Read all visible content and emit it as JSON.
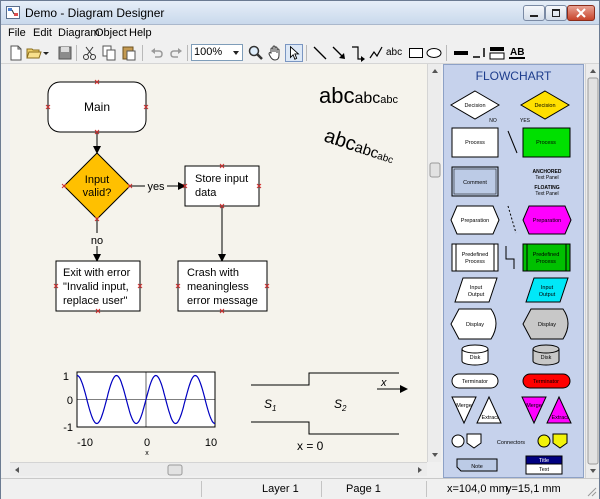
{
  "window": {
    "title": "Demo - Diagram Designer"
  },
  "menu": [
    "File",
    "Edit",
    "Diagram",
    "Object",
    "Help"
  ],
  "toolbar": {
    "zoom": "100%",
    "text_tool_label": "abc",
    "icons": [
      "new-icon",
      "open-icon",
      "dropdown-arrow-icon",
      "save-icon",
      "cut-icon",
      "copy-icon",
      "paste-icon",
      "undo-icon",
      "redo-icon",
      "magnifier-icon",
      "hand-icon",
      "pointer-icon",
      "line-icon",
      "arrow-icon",
      "connector-icon",
      "bent-connector-icon",
      "text-icon",
      "rectangle-icon",
      "ellipse-icon",
      "line-width-icon",
      "line-style-icon",
      "fill-style-icon",
      "font-style-icon"
    ]
  },
  "diagram": {
    "main": "Main",
    "decision_line1": "Input",
    "decision_line2": "valid?",
    "yes": "yes",
    "no": "no",
    "store_line1": "Store input",
    "store_line2": "data",
    "exit_line1": "Exit with error",
    "exit_line2": "\"Invalid input,",
    "exit_line3": "replace user\"",
    "crash_line1": "Crash with",
    "crash_line2": "meaningless",
    "crash_line3": "error message",
    "text_sample_1": "abc",
    "text_sample_2": "abc",
    "text_sample_3": "abc",
    "sine_ticks_y": [
      "1",
      "0",
      "-1"
    ],
    "sine_ticks_x": [
      "-10",
      "0",
      "10"
    ],
    "sine_xlabel": "x",
    "s1": "S",
    "s1_sub": "1",
    "s2": "S",
    "s2_sub": "2",
    "pipe_arrow_label": "x",
    "pipe_caption": "x = 0"
  },
  "palette": {
    "title": "FLOWCHART",
    "decision": "Decision",
    "no": "NO",
    "yes": "YES",
    "process": "Process",
    "comment": "Comment",
    "anchored_1": "ANCHORED",
    "anchored_2": "Text Panel",
    "floating_1": "FLOATING",
    "floating_2": "Text Panel",
    "preparation": "Preparation",
    "predefined_1": "Predefined",
    "predefined_2": "Process",
    "input_1": "Input",
    "input_2": "Output",
    "display": "Display",
    "disk": "Disk",
    "terminator": "Terminator",
    "merge": "Merge",
    "extract": "Extract",
    "connectors": "Connectors",
    "note": "Note",
    "title_text_1": "Title",
    "title_text_2": "Text"
  },
  "status": {
    "layer": "Layer 1",
    "page": "Page 1",
    "x": "x=104,0 mm",
    "y": "y=15,1 mm"
  },
  "colors": {
    "decision_fill": "#ffc000",
    "palette_bg": "#c6d2ec",
    "process_green": "#00e000",
    "preparation_magenta": "#ff00ff",
    "io_cyan": "#00e8f8",
    "terminator_red": "#ff0000",
    "connector_yellow": "#f2f20a",
    "title_panel": "#000080",
    "sine_color": "#0000c0"
  }
}
